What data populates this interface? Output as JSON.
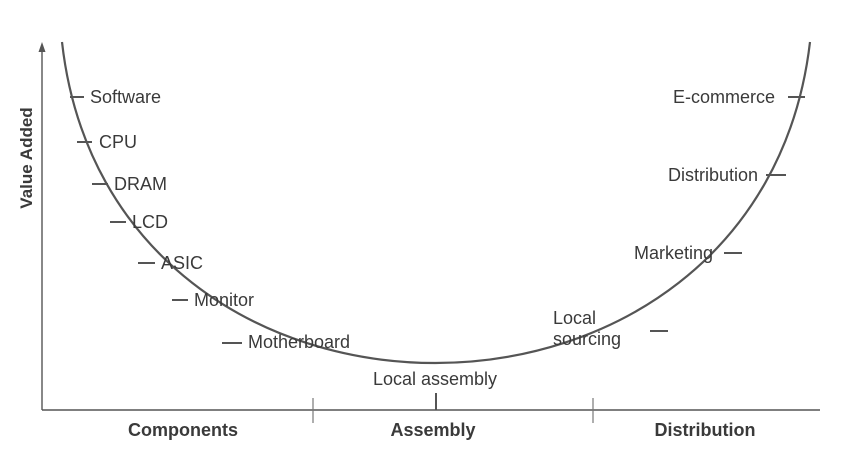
{
  "y_axis_label": "Value Added",
  "sections": [
    "Components",
    "Assembly",
    "Distribution"
  ],
  "left_items": [
    "Software",
    "CPU",
    "DRAM",
    "LCD",
    "ASIC",
    "Monitor",
    "Motherboard"
  ],
  "bottom_item": "Local assembly",
  "right_items": [
    "E-commerce",
    "Distribution",
    "Marketing",
    "Local sourcing"
  ],
  "right_item_lines": {
    "local_sourcing": [
      "Local",
      "sourcing"
    ]
  },
  "colors": {
    "line": "#555555",
    "text": "#3a3a3a"
  }
}
